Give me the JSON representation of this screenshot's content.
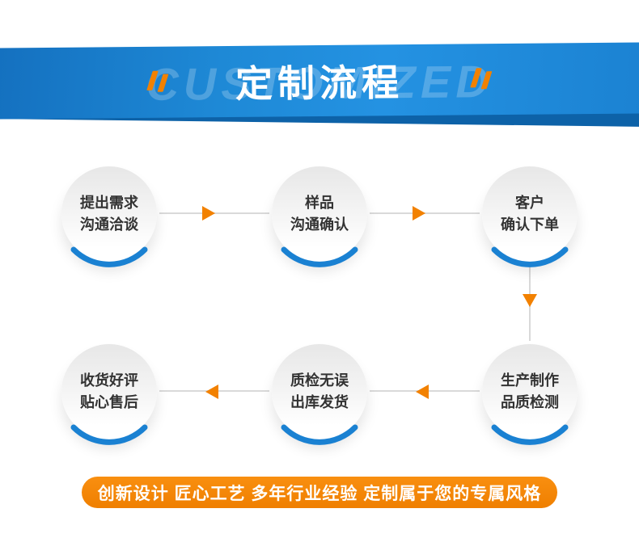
{
  "header": {
    "watermark": "CUSTOMIZED",
    "title": "定制流程"
  },
  "flow": {
    "steps": [
      {
        "line1": "提出需求",
        "line2": "沟通洽谈"
      },
      {
        "line1": "样品",
        "line2": "沟通确认"
      },
      {
        "line1": "客户",
        "line2": "确认下单"
      },
      {
        "line1": "生产制作",
        "line2": "品质检测"
      },
      {
        "line1": "质检无误",
        "line2": "出库发货"
      },
      {
        "line1": "收货好评",
        "line2": "贴心售后"
      }
    ]
  },
  "footer": {
    "slogan": "创新设计 匠心工艺 多年行业经验 定制属于您的专属风格"
  },
  "colors": {
    "blue": "#1b82d2",
    "dark_blue": "#0d62a8",
    "orange": "#f28100",
    "circle_text": "#333333"
  }
}
